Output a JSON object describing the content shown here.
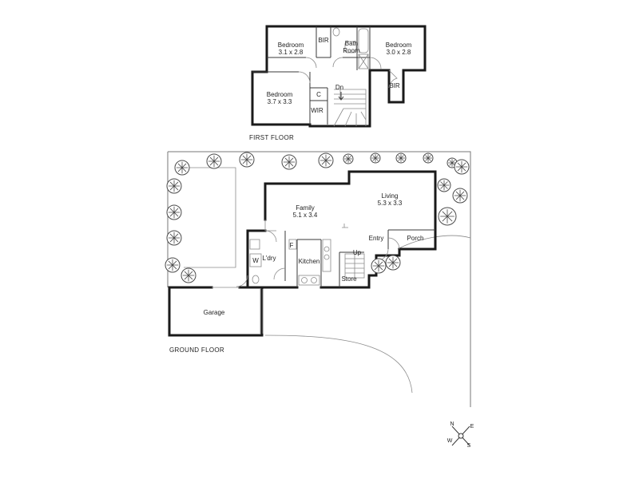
{
  "floors": {
    "first": "FIRST FLOOR",
    "ground": "GROUND FLOOR"
  },
  "rooms": {
    "bed_left_upper": {
      "name": "Bedroom",
      "size": "3.1 x 2.8"
    },
    "bed_right": {
      "name": "Bedroom",
      "size": "3.0 x 2.8"
    },
    "bed_left_lower": {
      "name": "Bedroom",
      "size": "3.7 x 3.3"
    },
    "bathroom": {
      "line1": "Bath",
      "line2": "Room"
    },
    "bir_left": "BIR",
    "bir_right": "BIR",
    "wir": "WIR",
    "cupboard": "C",
    "down": "Dn",
    "family": {
      "name": "Family",
      "size": "5.1 x 3.4"
    },
    "living": {
      "name": "Living",
      "size": "5.3 x 3.3"
    },
    "entry": "Entry",
    "porch": "Porch",
    "up": "Up",
    "store": "Store",
    "kitchen": "Kitchen",
    "laundry": "L'dry",
    "fridge": "F",
    "washer": "W",
    "garage": "Garage"
  },
  "compass": {
    "n": "N",
    "e": "E",
    "s": "S",
    "w": "W"
  }
}
